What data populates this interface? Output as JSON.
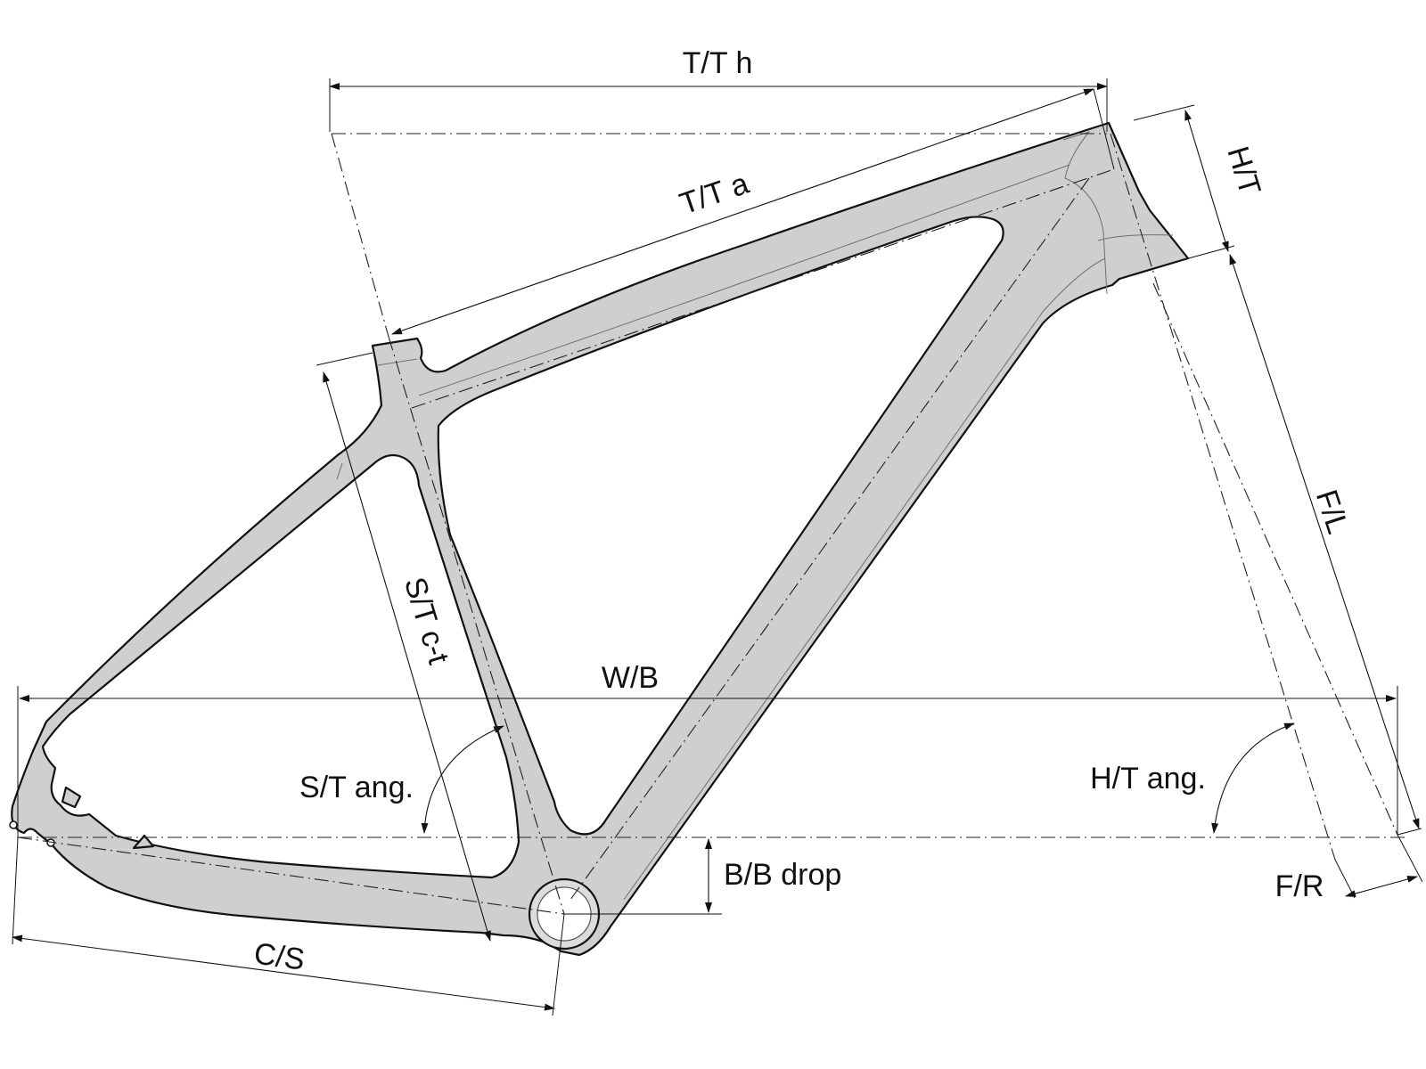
{
  "diagram": {
    "colors": {
      "frame_fill": "#cfcfcf",
      "outline": "#111111",
      "background": "#ffffff"
    },
    "labels": {
      "top_tube_horizontal": "T/T h",
      "top_tube_actual": "T/T a",
      "head_tube": "H/T",
      "fork_length": "F/L",
      "seat_tube_ct": "S/T c-t",
      "wheelbase": "W/B",
      "seat_tube_angle": "S/T ang.",
      "head_tube_angle": "H/T ang.",
      "bb_drop": "B/B drop",
      "fork_rake": "F/R",
      "chainstay": "C/S"
    }
  }
}
